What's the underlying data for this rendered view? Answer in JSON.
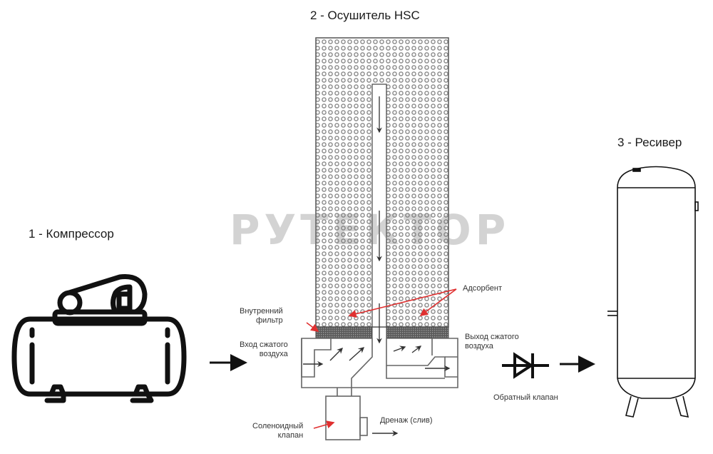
{
  "titles": {
    "compressor": "1 - Компрессор",
    "dryer": "2 - Осушитель HSC",
    "receiver": "3 - Ресивер"
  },
  "labels": {
    "internal_filter": [
      "Внутренний",
      "фильтр"
    ],
    "inlet": [
      "Вход сжатого",
      "воздуха"
    ],
    "outlet": [
      "Выход сжатого",
      "воздуха"
    ],
    "adsorbent": "Адсорбент",
    "solenoid_valve": [
      "Соленоидный",
      "клапан"
    ],
    "drain": "Дренаж (слив)",
    "check_valve": "Обратный клапан"
  },
  "watermark": "РУТЕКТОР",
  "colors": {
    "line": "#111111",
    "dryer_outline": "#555555",
    "pointer": "#e03030",
    "pellet": "#8a8a8a",
    "filter": "#444444",
    "watermark": "#9a9a9a"
  }
}
